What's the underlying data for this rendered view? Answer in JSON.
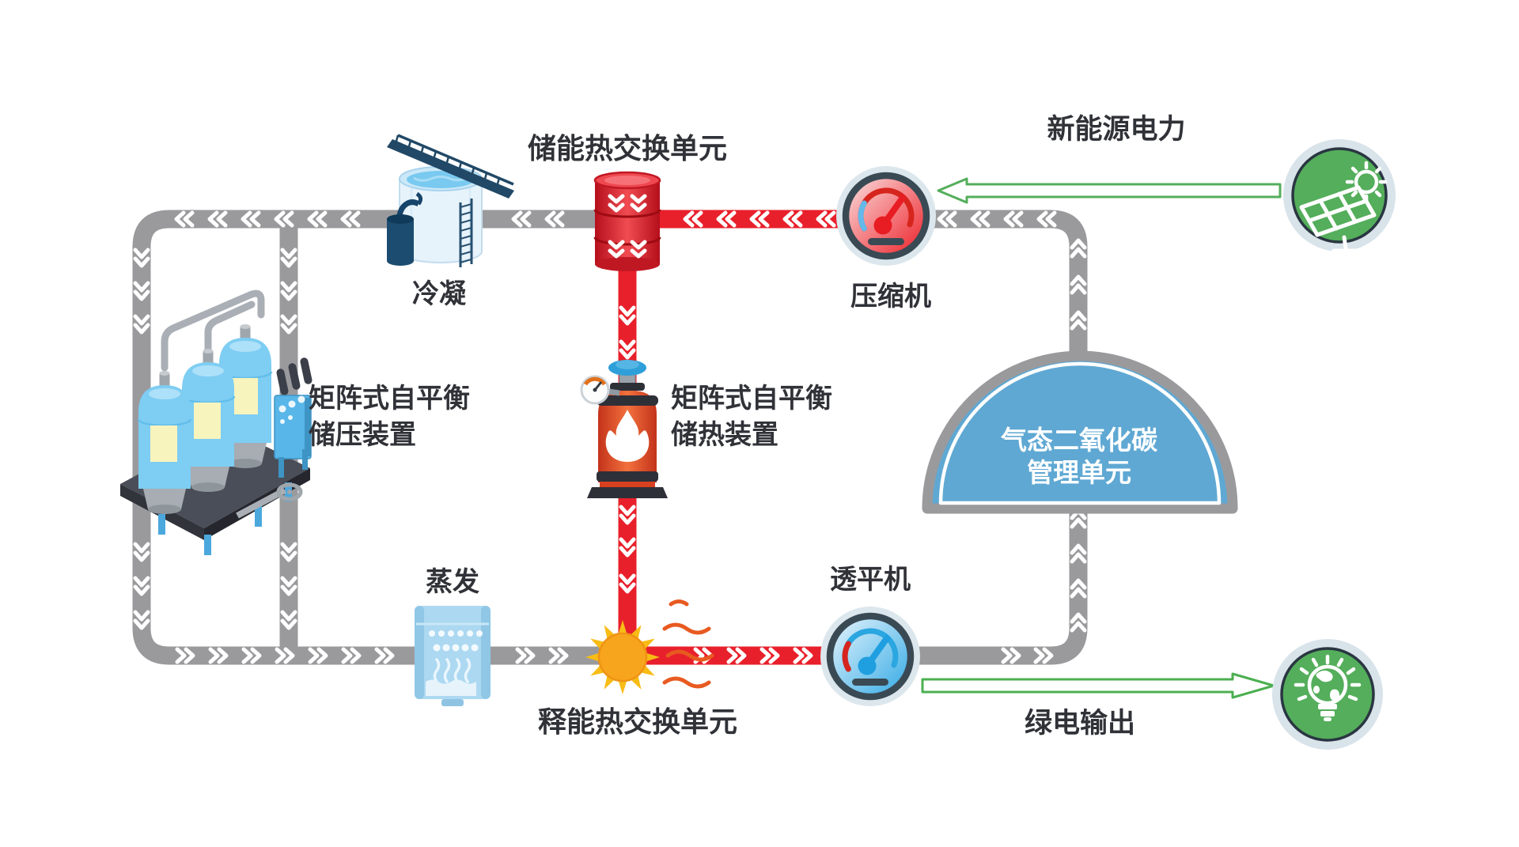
{
  "labels": {
    "storage_heat_exchange_unit": "储能热交换单元",
    "new_energy_power": "新能源电力",
    "compressor": "压缩机",
    "condensation": "冷凝",
    "pressure_storage_line1": "矩阵式自平衡",
    "pressure_storage_line2": "储压装置",
    "heat_storage_line1": "矩阵式自平衡",
    "heat_storage_line2": "储热装置",
    "co2_management_line1": "气态二氧化碳",
    "co2_management_line2": "管理单元",
    "evaporation": "蒸发",
    "turbine": "透平机",
    "release_heat_exchange_unit": "释能热交换单元",
    "green_power_output": "绿电输出"
  },
  "colors": {
    "pipe_gray": "#9A9A9D",
    "pipe_red": "#E8202B",
    "dome_blue": "#5FA8D3",
    "accent_green": "#54AE5B",
    "ring_light": "#DCE7ED",
    "label_dark": "#303238",
    "sun_orange": "#F7A51C",
    "tank_blue": "#7ECDF3"
  },
  "icons": {
    "new_energy_source": "solar-panel-icon",
    "green_output": "lightbulb-globe-icon",
    "compressor": "gauge-red-icon",
    "turbine": "gauge-blue-icon",
    "heat_storage": "flame-icon",
    "release_unit": "sun-icon",
    "flow_marker": "double-chevron-icon"
  }
}
